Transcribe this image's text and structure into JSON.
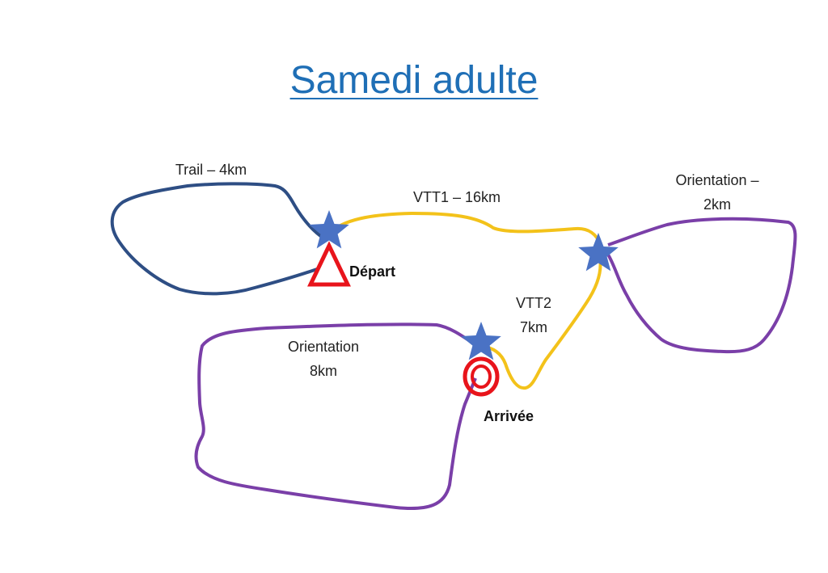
{
  "title": "Samedi adulte",
  "colors": {
    "title": "#1f6fb6",
    "trail": "#2e4e84",
    "vtt": "#f3c21a",
    "orientation": "#7a3fa8",
    "checkpoint": "#4a72c4",
    "marker": "#e8141b"
  },
  "segments": [
    {
      "id": "trail",
      "label": "Trail – 4km"
    },
    {
      "id": "vtt1",
      "label": "VTT1 – 16km"
    },
    {
      "id": "orientation_small",
      "label_line1": "Orientation –",
      "label_line2": "2km"
    },
    {
      "id": "vtt2",
      "label_line1": "VTT2",
      "label_line2": "7km"
    },
    {
      "id": "orientation_large",
      "label_line1": "Orientation",
      "label_line2": "8km"
    }
  ],
  "markers": {
    "start": {
      "label": "Départ",
      "icon": "triangle-start-icon"
    },
    "finish": {
      "label": "Arrivée",
      "icon": "target-finish-icon"
    },
    "checkpoint_icon": "star-checkpoint-icon"
  }
}
